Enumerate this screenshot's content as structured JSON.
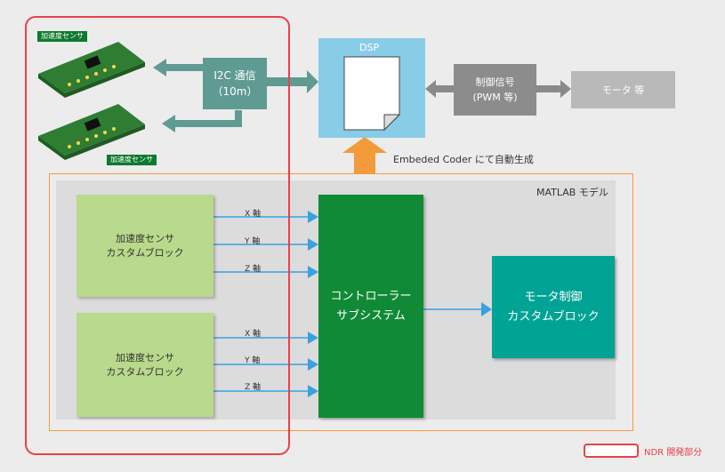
{
  "diagram": {
    "sensor_tag_top": "加速度センサ",
    "sensor_tag_bottom": "加速度センサ",
    "i2c_box": "I2C 通信\n（10m）",
    "dsp_label": "DSP",
    "control_signal_box": "制御信号\n(PWM 等)",
    "motor_box": "モータ 等",
    "codegen_label": "Embeded Coder にて自動生成",
    "matlab_model_label": "MATLAB モデル",
    "sensor_block_1": "加速度センサ\nカスタムブロック",
    "sensor_block_2": "加速度センサ\nカスタムブロック",
    "axes_block_1": [
      "X 軸",
      "Y 軸",
      "Z 軸"
    ],
    "axes_block_2": [
      "X 軸",
      "Y 軸",
      "Z 軸"
    ],
    "controller_block": "コントローラー\nサブシステム",
    "motor_control_block": "モータ制御\nカスタムブロック",
    "legend_label": "NDR 開発部分"
  },
  "colors": {
    "ndr_border": "#e8404b",
    "matlab_border": "#f39a3a",
    "sensor_block": "#b9d98c",
    "controller": "#118a37",
    "motor_control": "#00a394",
    "dsp": "#88cce8",
    "i2c": "#5f9b93",
    "signal_arrow": "#3aa0e0",
    "codegen_arrow": "#f39a3a"
  }
}
